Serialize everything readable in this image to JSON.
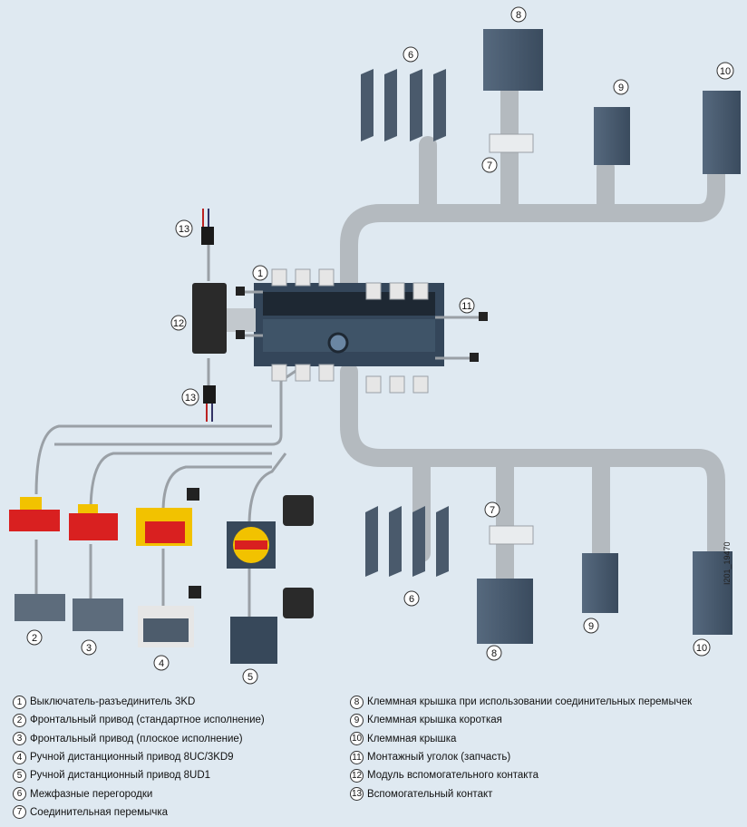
{
  "callouts": [
    "1",
    "2",
    "3",
    "4",
    "5",
    "6",
    "7",
    "8",
    "9",
    "10",
    "11",
    "12",
    "13"
  ],
  "legend": [
    {
      "n": "1",
      "text": "Выключатель-разъединитель 3KD"
    },
    {
      "n": "2",
      "text": "Фронтальный привод (стандартное исполнение)"
    },
    {
      "n": "3",
      "text": "Фронтальный привод (плоское исполнение)"
    },
    {
      "n": "4",
      "text": "Ручной дистанционный привод 8UC/3KD9"
    },
    {
      "n": "5",
      "text": "Ручной дистанционный привод 8UD1"
    },
    {
      "n": "6",
      "text": "Межфазные перегородки"
    },
    {
      "n": "7",
      "text": "Соединительная перемычка"
    },
    {
      "n": "8",
      "text": "Клеммная крышка при использовании соединительных перемычек"
    },
    {
      "n": "9",
      "text": "Клеммная крышка короткая"
    },
    {
      "n": "10",
      "text": "Клеммная крышка"
    },
    {
      "n": "11",
      "text": "Монтажный уголок (запчасть)"
    },
    {
      "n": "12",
      "text": "Модуль вспомогательного контакта"
    },
    {
      "n": "13",
      "text": "Вспомогательный контакт"
    }
  ],
  "figure_code": "I201_19470",
  "colors": {
    "background": "#dfe9f1",
    "pipe": "#b9bfc4",
    "housing": "#3d4f63",
    "handle_red": "#d92020",
    "handle_yellow": "#f2c200"
  }
}
